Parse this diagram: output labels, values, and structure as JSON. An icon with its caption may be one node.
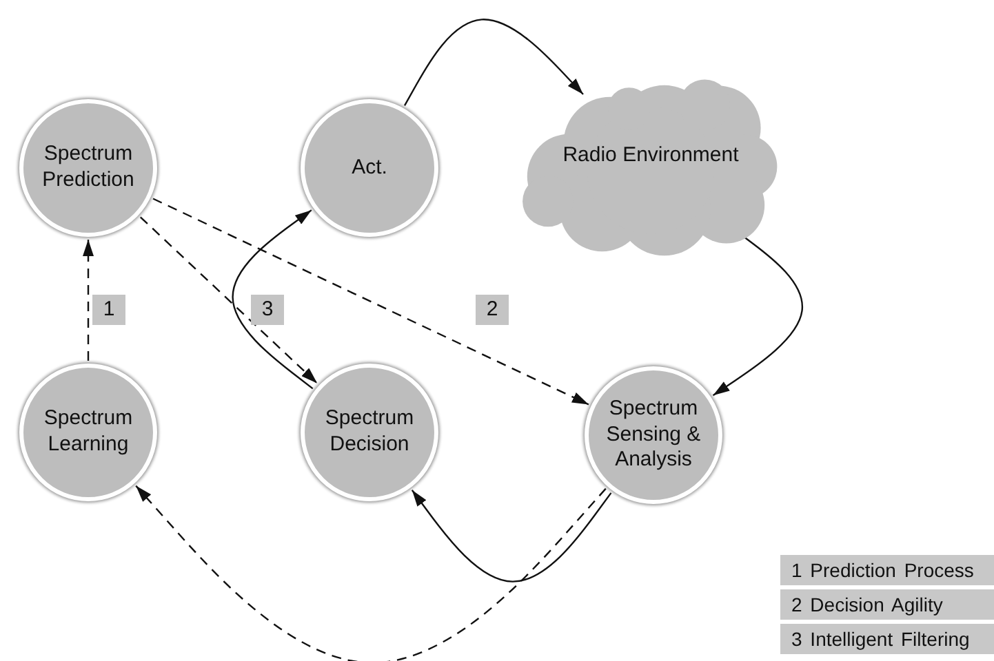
{
  "diagram": {
    "nodes": [
      {
        "text": [
          "Spectrum Prediction"
        ]
      },
      {
        "text": [
          "Act."
        ]
      },
      {
        "text": [
          "Radio Environment"
        ]
      },
      {
        "text": [
          "Spectrum Learning"
        ]
      },
      {
        "text": [
          "Spectrum Decision"
        ]
      },
      {
        "text": [
          "Spectrum Sensing & Analysis"
        ]
      }
    ],
    "edges": [
      {
        "from": 1,
        "to": 2,
        "arrow": "to"
      },
      {
        "from": 2,
        "to": 5,
        "arrow": "to"
      },
      {
        "from": 5,
        "to": 4,
        "arrow": "to"
      },
      {
        "from": 4,
        "to": 1,
        "arrow": "to"
      },
      {
        "from": 3,
        "to": 0,
        "arrow": "to",
        "style": "dashed",
        "label": "1"
      },
      {
        "from": 0,
        "to": 4,
        "arrow": "to",
        "style": "dashed",
        "label": "3"
      },
      {
        "from": 0,
        "to": 5,
        "arrow": "to",
        "style": "dashed",
        "label": "2"
      },
      {
        "from": 5,
        "to": 3,
        "arrow": "to",
        "style": "dashed"
      }
    ],
    "legend": [
      {
        "text": "1 Prediction Process"
      },
      {
        "text": "2 Decision Agility"
      },
      {
        "text": "3 Intelligent Filtering"
      }
    ]
  }
}
